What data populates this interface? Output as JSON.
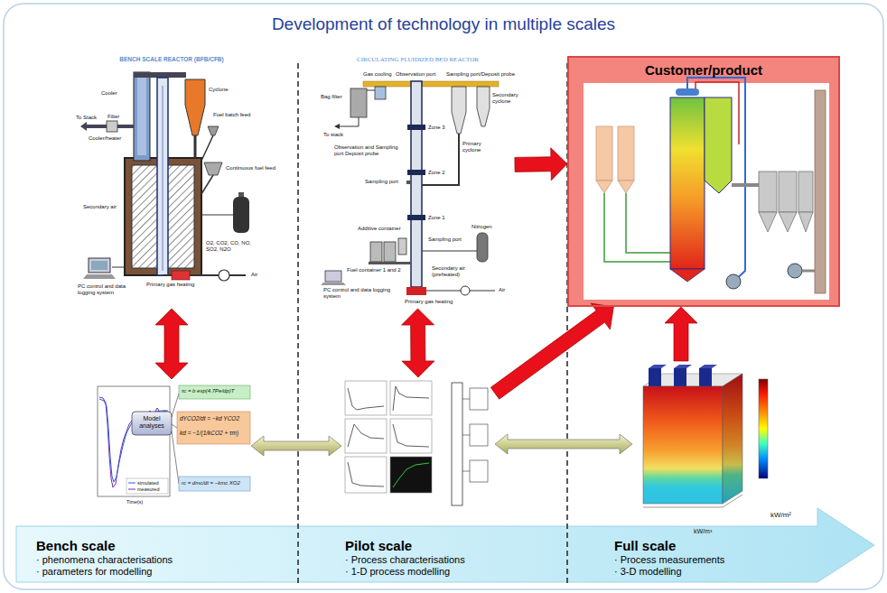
{
  "diagram": {
    "title": "Development of technology in multiple scales",
    "nodes": [
      {
        "text": [
          "BENCH SCALE REACTOR (BFB/CFB)"
        ]
      },
      {
        "text": [
          "CIRCULATING FLUIDIZED BED REACTOR"
        ]
      },
      {
        "text": [
          "Customer/product"
        ]
      },
      {
        "text": [
          "Model analyses"
        ]
      },
      {
        "text": []
      },
      {
        "text": [
          "kW/m²"
        ]
      },
      {
        "text": [
          "Bench scale",
          "· phenomena characterisations",
          "· parameters for modelling"
        ]
      },
      {
        "text": [
          "Pilot scale",
          "· Process characterisations",
          "· 1-D process modelling"
        ]
      },
      {
        "text": [
          "Full scale",
          "· Process measurements",
          "· 3-D modelling"
        ]
      }
    ],
    "edges": [
      {
        "from": 0,
        "to": 3,
        "arrow": "both"
      },
      {
        "from": 1,
        "to": 4,
        "arrow": "both"
      },
      {
        "from": 1,
        "to": 2,
        "arrow": "to"
      },
      {
        "from": 4,
        "to": 2,
        "arrow": "to"
      },
      {
        "from": 5,
        "to": 2,
        "arrow": "to"
      },
      {
        "from": 3,
        "to": 4,
        "arrow": "both"
      },
      {
        "from": 4,
        "to": 5,
        "arrow": "both"
      }
    ],
    "labels": [
      "Cooler",
      "To Stack",
      "Filter",
      "Cooler/heater",
      "Cyclone",
      "Fuel batch feed",
      "Continuous fuel feed",
      "Secondary air",
      "O2, CO2, CO, NO, SO2, N2O",
      "PC control and data logging system",
      "Primary gas heating",
      "Air",
      "Gas cooling",
      "Observation port",
      "Sampling port/Deposit probe",
      "Bag filter",
      "To stack",
      "Observation and Sampling port Deposit probe",
      "Primary cyclone",
      "Secondary cyclone",
      "Zone 3",
      "Sampling port",
      "Zone 2",
      "Zone 1",
      "Sampling port",
      "Additive container",
      "Nitrogen",
      "Fuel container 1 and 2",
      "Secondary air (preheated)",
      "Air",
      "PC control and data logging system",
      "Primary gas heating",
      "τc = b exp(4.7Pe/dp)T",
      "dYCO2/dt = −kd YCO2",
      "kd = −1/(1/kCO2 + τm)",
      "rc = dmc/dt = −kmc XO2",
      "simulated",
      "measured",
      "Time(s)",
      "kW/m³"
    ]
  }
}
